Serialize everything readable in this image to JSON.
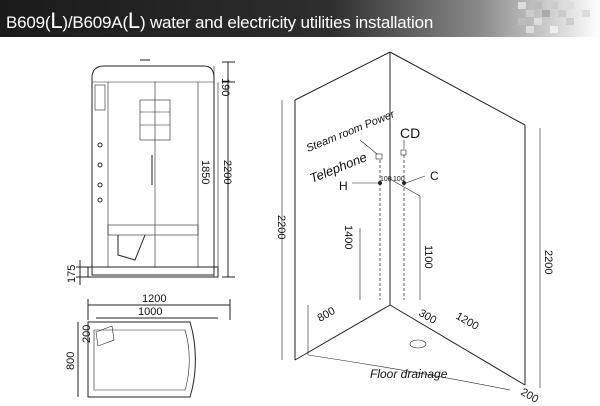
{
  "title": {
    "model_a": "B609(",
    "l1": "L",
    "mid": ")/B609A(",
    "l2": "L",
    "rest": ") water and electricity utilities installation"
  },
  "front_view": {
    "dims": {
      "top": "190",
      "height_inner": "1850",
      "height_total": "2200",
      "base": "175"
    }
  },
  "plan_view": {
    "dims": {
      "width_total": "1200",
      "width_inner": "1000",
      "depth": "800",
      "offset": "200"
    }
  },
  "room_view": {
    "labels": {
      "steam_power": "Steam room Power",
      "telephone": "Telephone",
      "cd": "CD",
      "hot": "H",
      "cold": "C",
      "floor_drain": "Floor drainage"
    },
    "dims": {
      "height_left": "2200",
      "hot_height": "1400",
      "cold_height": "1100",
      "height_right": "2200",
      "spacing_1": "100",
      "spacing_2": "100",
      "depth": "800",
      "offset": "300",
      "width": "1200",
      "floor_offset": "200"
    }
  }
}
